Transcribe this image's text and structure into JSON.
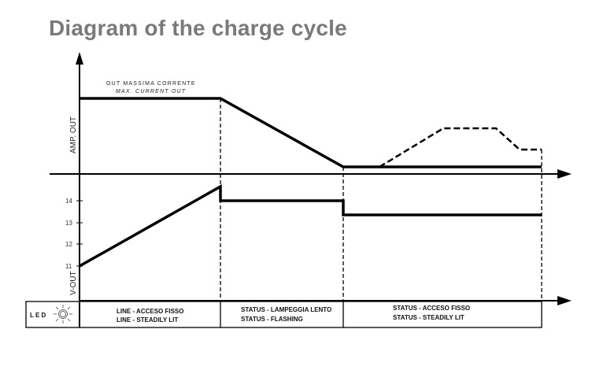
{
  "title": "Diagram of the charge cycle",
  "amp_axis_label": "AMP. OUT",
  "volt_axis_label": "V-OUT",
  "max_current_it": "OUT MASSIMA CORRENTE",
  "max_current_en": "MAX. CURRENT OUT",
  "volt_ticks": [
    "14",
    "13",
    "12",
    "11"
  ],
  "led_label": "L E D",
  "led_icon": "sun-icon",
  "phases": [
    {
      "it": "LINE - ACCESO FISSO",
      "en": "LINE - STEADILY LIT"
    },
    {
      "it": "STATUS - LAMPEGGIA LENTO",
      "en": "STATUS - FLASHING"
    },
    {
      "it": "STATUS - ACCESO FISSO",
      "en": "STATUS - STEADILY LIT"
    }
  ]
}
